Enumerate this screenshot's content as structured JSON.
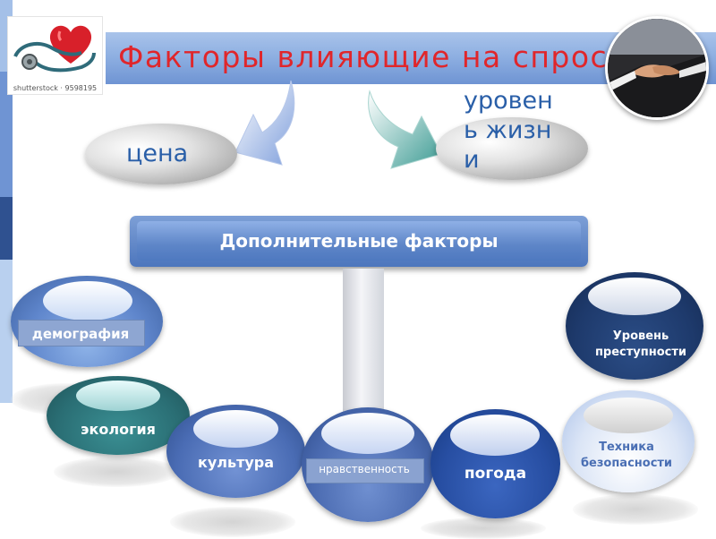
{
  "title": "Факторы влияющие на спрос",
  "logo_caption": "shutterstock · 9598195",
  "main_factors": {
    "price": "цена",
    "living_standard": "уровень жизни"
  },
  "additional_title": "Дополнительные факторы",
  "additional_factors": {
    "demography": "демография",
    "ecology": "экология",
    "culture": "культура",
    "morality": "нравственность",
    "weather": "погода",
    "crime_level": "Уровень преступности",
    "safety_tech": "Техника безопасности"
  },
  "colors": {
    "title": "#e0262b",
    "band": "#8fb0e2",
    "main_label": "#2a5fa8"
  }
}
